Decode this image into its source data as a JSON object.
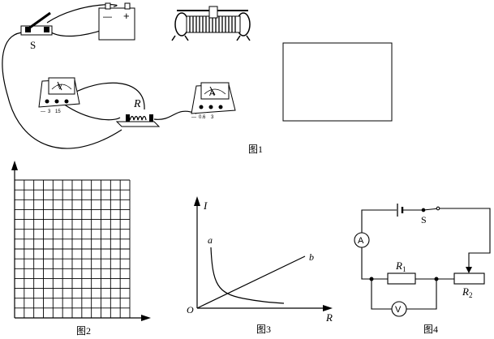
{
  "figure1": {
    "caption": "图1",
    "switch_label": "S",
    "battery_minus": "—",
    "battery_plus": "+",
    "voltmeter_symbol": "V",
    "voltmeter_terminals": [
      "—",
      "3",
      "15"
    ],
    "resistor_label": "R",
    "ammeter_symbol": "A",
    "ammeter_terminals": [
      "—",
      "0.6",
      "3"
    ]
  },
  "figure2": {
    "caption": "图2"
  },
  "figure3": {
    "caption": "图3",
    "y_axis_label": "I",
    "x_axis_label": "R",
    "origin_label": "O",
    "curve_a_label": "a",
    "curve_b_label": "b"
  },
  "figure4": {
    "caption": "图4",
    "ammeter_symbol": "A",
    "voltmeter_symbol": "V",
    "switch_label": "S",
    "r1_label": "R",
    "r1_sub": "1",
    "r2_label": "R",
    "r2_sub": "2"
  }
}
